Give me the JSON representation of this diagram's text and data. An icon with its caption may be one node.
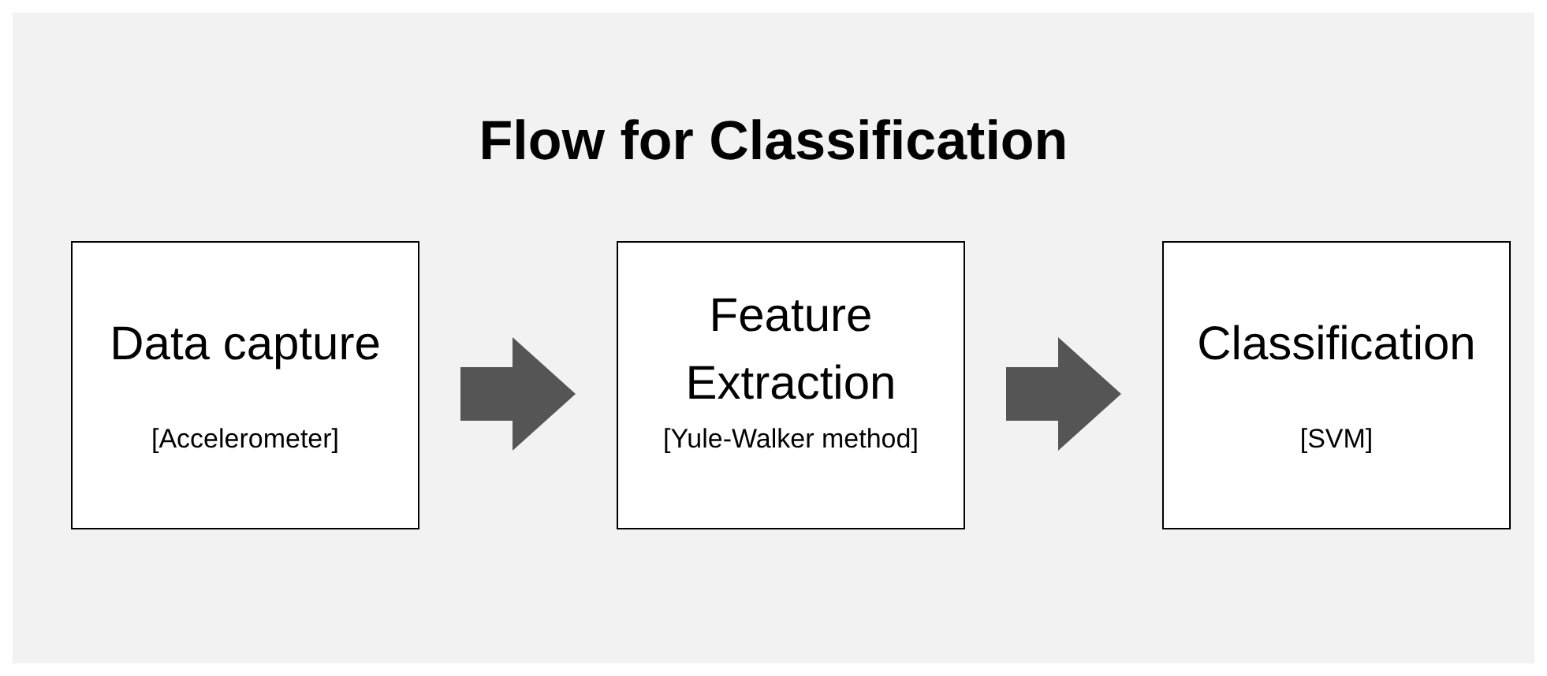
{
  "diagram": {
    "title": "Flow for Classification",
    "nodes": [
      {
        "text": [
          "Data capture",
          "[Accelerometer]"
        ]
      },
      {
        "text": [
          "Feature Extraction",
          "[Yule-Walker method]"
        ]
      },
      {
        "text": [
          "Classification",
          "[SVM]"
        ]
      }
    ],
    "edges": [
      {
        "from": 0,
        "to": 1,
        "arrow": "to",
        "style": "thick"
      },
      {
        "from": 1,
        "to": 2,
        "arrow": "to",
        "style": "thick"
      }
    ]
  }
}
